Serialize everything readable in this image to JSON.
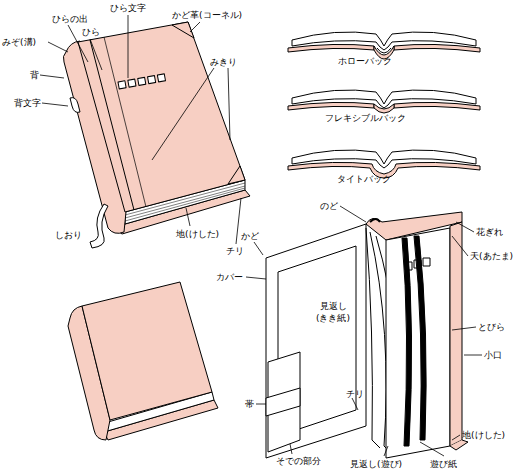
{
  "diagram": {
    "labels": [
      "みぞ(溝)",
      "ひらの出",
      "ひら文字",
      "ひら",
      "かど革(コーネル)",
      "背",
      "背文字",
      "みきり",
      "ホローバック",
      "フレキシブルバック",
      "タイトバック",
      "のど",
      "しおり",
      "地(けした)",
      "かど",
      "チリ",
      "花ぎれ",
      "天(あたま)",
      "カバー",
      "見返し (きき紙)",
      "とびら",
      "小口",
      "帯",
      "チリ",
      "そでの部分",
      "地(けした)",
      "見返し(遊び)",
      "遊び紙"
    ]
  }
}
